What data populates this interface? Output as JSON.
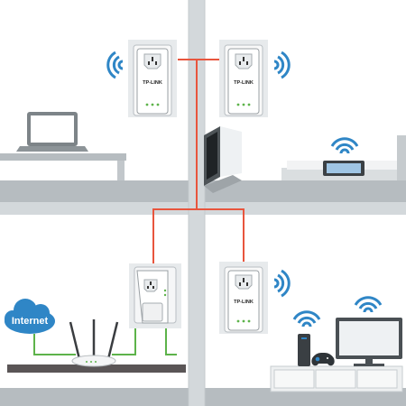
{
  "brand": "TP-LINK",
  "internet_label": "Internet",
  "colors": {
    "wall": "#d3d8db",
    "floor": "#b4babe",
    "room": "#ffffff",
    "powerline_cable": "#e8553d",
    "ethernet_cable": "#5db34a",
    "wifi_signal": "#2f86c6",
    "cloud": "#2f86c6",
    "adapter_led": "#5db34a"
  },
  "adapters": [
    {
      "id": "upstairs-left",
      "brand": "TP-LINK"
    },
    {
      "id": "upstairs-right",
      "brand": "TP-LINK"
    },
    {
      "id": "downstairs-router-side",
      "brand": ""
    },
    {
      "id": "downstairs-right",
      "brand": "TP-LINK"
    }
  ],
  "icons": [
    "wifi-icon",
    "cloud-icon",
    "laptop-icon",
    "tablet-icon",
    "tv-icon",
    "router-icon",
    "game-console-icon",
    "gamepad-icon",
    "bed-icon",
    "desk-icon"
  ]
}
